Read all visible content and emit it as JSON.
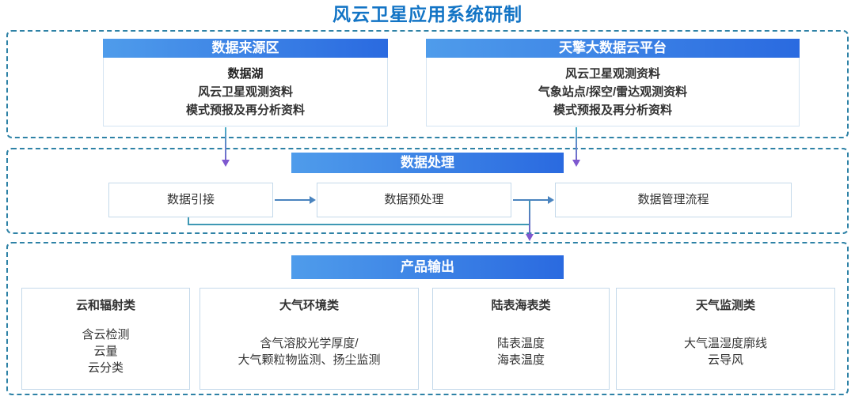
{
  "title": "风云卫星应用系统研制",
  "sections": {
    "source": {
      "boxes": [
        {
          "header": "数据来源区",
          "lines": [
            "数据湖",
            "风云卫星观测资料",
            "模式预报及再分析资料"
          ]
        },
        {
          "header": "天擎大数据云平台",
          "lines": [
            "风云卫星观测资料",
            "气象站点/探空/雷达观测资料",
            "模式预报及再分析资料"
          ]
        }
      ]
    },
    "processing": {
      "header": "数据处理",
      "steps": [
        "数据引接",
        "数据预处理",
        "数据管理流程"
      ]
    },
    "output": {
      "header": "产品输出",
      "columns": [
        {
          "title": "云和辐射类",
          "items": [
            "含云检测",
            "云量",
            "云分类"
          ]
        },
        {
          "title": "大气环境类",
          "items": [
            "含气溶胶光学厚度/",
            "大气颗粒物监测、扬尘监测"
          ]
        },
        {
          "title": "陆表海表类",
          "items": [
            "陆表温度",
            "海表温度"
          ]
        },
        {
          "title": "天气监测类",
          "items": [
            "大气温湿度廓线",
            "云导风"
          ]
        }
      ]
    }
  },
  "colors": {
    "title_blue": "#1274c5",
    "header_gradient_start": "#4f9ceb",
    "header_gradient_end": "#2a6ae0",
    "dashed_border": "#2e82a6",
    "box_border": "#c4d9ea",
    "body_text": "#333333",
    "arrow_blue": "#4a84bf",
    "elbow_teal": "#3e98b4",
    "arrow_purple": "#7e58cf"
  }
}
